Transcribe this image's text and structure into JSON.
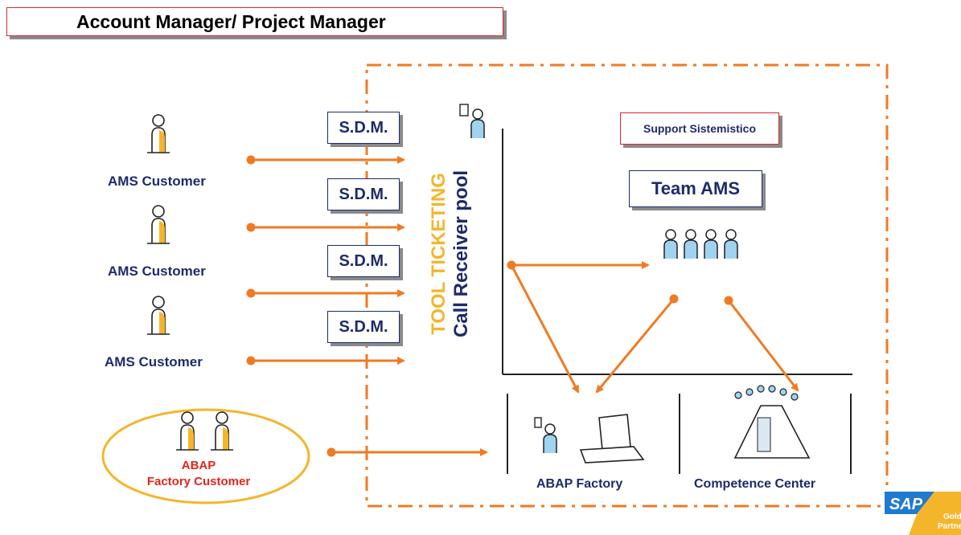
{
  "header": {
    "title": "Account Manager/ Project Manager"
  },
  "customers": [
    {
      "label": "AMS Customer"
    },
    {
      "label": "AMS Customer"
    },
    {
      "label": "AMS Customer"
    }
  ],
  "sdm_boxes": [
    "S.D.M.",
    "S.D.M.",
    "S.D.M.",
    "S.D.M."
  ],
  "abap_customer": {
    "line1": "ABAP",
    "line2": "Factory Customer"
  },
  "pool": {
    "line1": "TOOL TICKETING",
    "line2": "Call Receiver pool"
  },
  "support_label": "Support Sistemistico",
  "team_label": "Team AMS",
  "abap_factory_label": "ABAP Factory",
  "competence_label": "Competence Center",
  "logo": {
    "text": "SAP",
    "badge_line1": "Gold",
    "badge_line2": "Partner"
  },
  "colors": {
    "navy": "#1d2b6b",
    "orange": "#f07a23",
    "yellow": "#f5b52b",
    "red": "#d9262c",
    "sap_blue": "#1f7ad0"
  }
}
